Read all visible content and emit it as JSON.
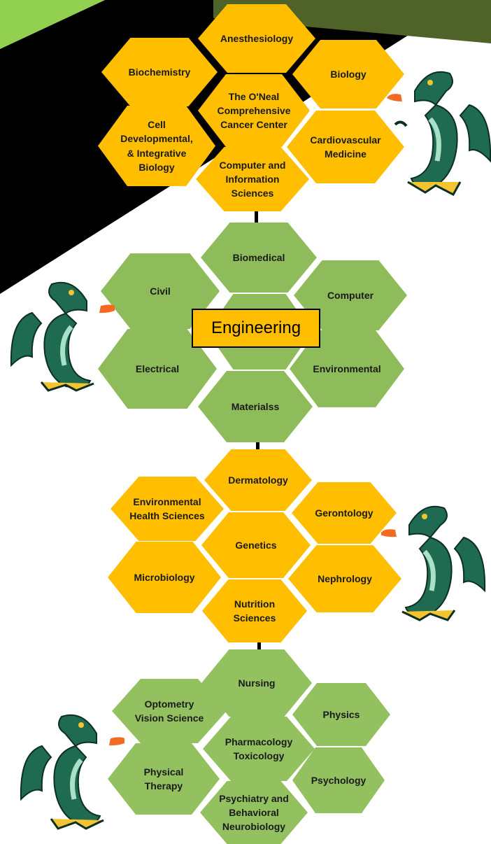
{
  "groups": [
    {
      "color": "gold",
      "center": "The O'Neal\nComprehensive\nCancer Center",
      "cells": [
        "Anesthesiology",
        "Biochemistry",
        "Biology",
        "Cell\nDevelopmental,\n& Integrative\nBiology",
        "Cardiovascular\nMedicine",
        "Computer and\nInformation\nSciences"
      ]
    },
    {
      "color": "green",
      "center_label": "Engineering",
      "cells": [
        "Biomedical",
        "Civil",
        "Computer",
        "Electrical",
        "Environmental",
        "Materialss"
      ]
    },
    {
      "color": "gold",
      "center": "Genetics",
      "cells": [
        "Dermatology",
        "Environmental\nHealth Sciences",
        "Gerontology",
        "Microbiology",
        "Nephrology",
        "Nutrition\nSciences"
      ]
    },
    {
      "color": "green",
      "center": "Pharmacology\nToxicology",
      "cells": [
        "Nursing",
        "Optometry\nVision Science",
        "Physics",
        "Physical\nTherapy",
        "Psychology",
        "Psychiatry and\nBehavioral\nNeurobiology"
      ]
    }
  ],
  "colors": {
    "gold": "#ffbf00",
    "green": "#8fbc5a",
    "black_band": "#000000",
    "lime_corner": "#92d050",
    "olive_corner": "#4f6228",
    "dragon_body": "#1f6b52",
    "dragon_fire": "#f36b21"
  },
  "icons": [
    "dragon-mascot-icon"
  ]
}
